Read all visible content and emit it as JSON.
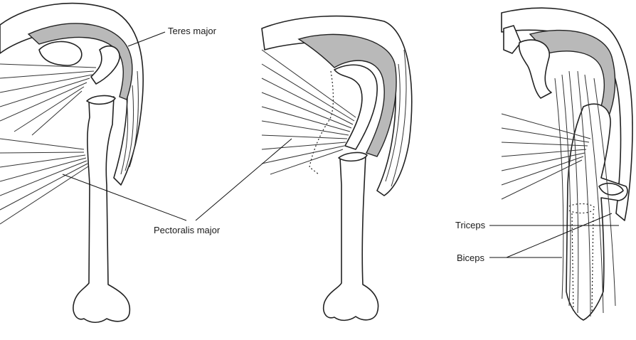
{
  "labels": {
    "teres_major": "Teres major",
    "pectoralis_major": "Pectoralis major",
    "triceps": "Triceps",
    "biceps": "Biceps"
  },
  "panels": [
    "left-view",
    "middle-view",
    "right-view"
  ],
  "colors": {
    "outline": "#222222",
    "muscle_fill": "#b9b9b9",
    "background": "#ffffff"
  }
}
